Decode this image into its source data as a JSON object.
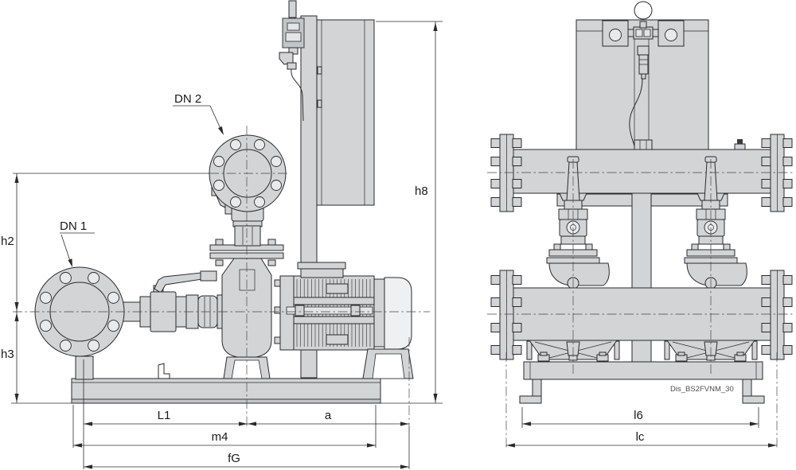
{
  "drawing": {
    "type": "technical-dimension-drawing",
    "subject": "twin-pump pressure boosting set, side view and front view",
    "views": {
      "side": {
        "connection_labels": {
          "dn1": "DN 1",
          "dn2": "DN 2"
        },
        "dimensions": {
          "h2": "h2",
          "h3": "h3",
          "h8": "h8",
          "L1": "L1",
          "a": "a",
          "m4": "m4",
          "fG": "fG"
        }
      },
      "front": {
        "dimensions": {
          "l6": "l6",
          "lc": "lc"
        },
        "drawing_id": "Dis_BS2FVNM_30"
      }
    },
    "colors": {
      "background": "#ffffff",
      "metal_fill": "#d2d4d6",
      "line": "#2a2a2c",
      "dimension_text": "#191919",
      "drawing_id_text": "#4d4d4d"
    }
  }
}
